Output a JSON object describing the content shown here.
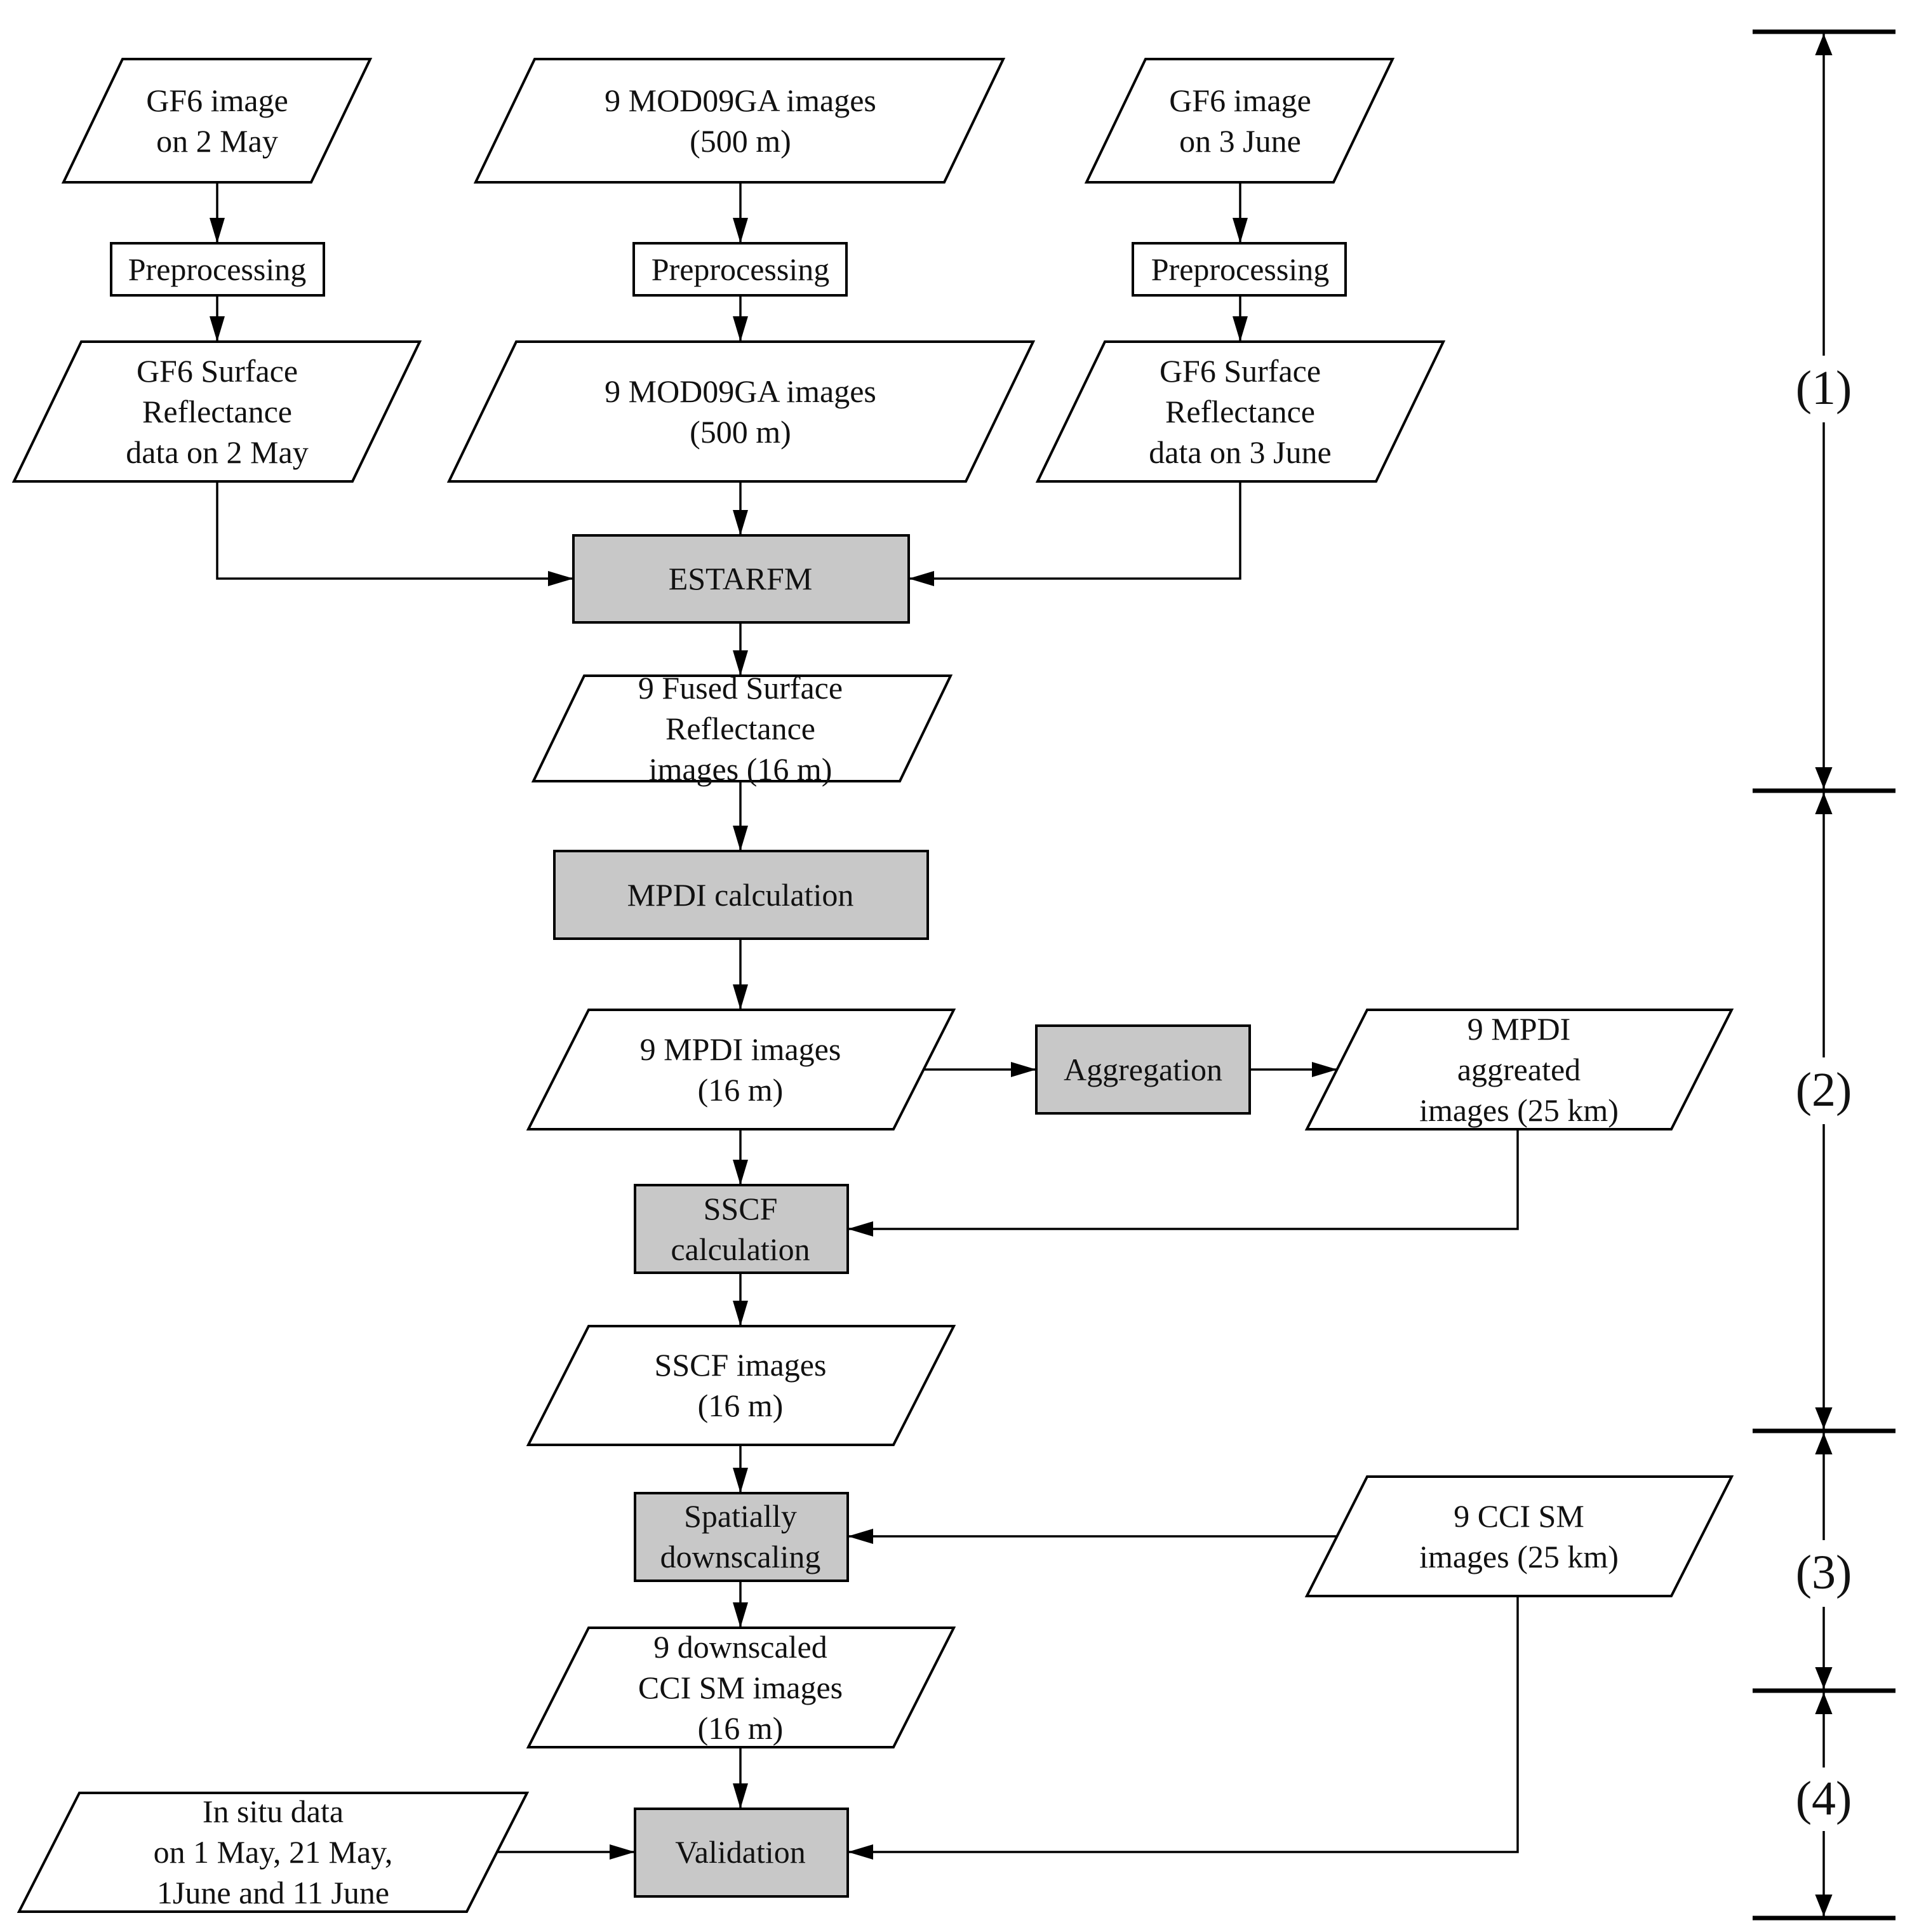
{
  "nodes": {
    "gf6_may_input": [
      "GF6 image",
      "on 2 May"
    ],
    "mod09ga_input": [
      "9 MOD09GA images",
      "(500 m)"
    ],
    "gf6_june_input": [
      "GF6 image",
      "on 3 June"
    ],
    "preprocessing_left": [
      "Preprocessing"
    ],
    "preprocessing_mid": [
      "Preprocessing"
    ],
    "preprocessing_right": [
      "Preprocessing"
    ],
    "gf6_may_reflectance": [
      "GF6 Surface",
      "Reflectance",
      "data on 2 May"
    ],
    "mod09ga_processed": [
      "9 MOD09GA images",
      "(500 m)"
    ],
    "gf6_june_reflectance": [
      "GF6 Surface",
      "Reflectance",
      "data on 3 June"
    ],
    "estarfm": [
      "ESTARFM"
    ],
    "fused_reflectance": [
      "9 Fused Surface",
      "Reflectance",
      "images (16 m)"
    ],
    "mpdi_calculation": [
      "MPDI calculation"
    ],
    "mpdi_images": [
      "9 MPDI images",
      "(16 m)"
    ],
    "aggregation": [
      "Aggregation"
    ],
    "mpdi_aggregated": [
      "9 MPDI",
      "aggreated",
      "images (25 km)"
    ],
    "sscf_calculation": [
      "SSCF",
      "calculation"
    ],
    "sscf_images": [
      "SSCF images",
      "(16 m)"
    ],
    "spatial_downscaling": [
      "Spatially",
      "downscaling"
    ],
    "cci_sm_images": [
      "9 CCI SM",
      "images (25 km)"
    ],
    "downscaled_cci": [
      "9 downscaled",
      "CCI SM images",
      "(16 m)"
    ],
    "in_situ_data": [
      "In situ data",
      "on 1 May, 21 May,",
      "1June and 11 June"
    ],
    "validation": [
      "Validation"
    ]
  },
  "stages": [
    "(1)",
    "(2)",
    "(3)",
    "(4)"
  ],
  "colors": {
    "process_fill": "#c8c8c8",
    "data_fill": "#ffffff",
    "stroke": "#000000"
  }
}
